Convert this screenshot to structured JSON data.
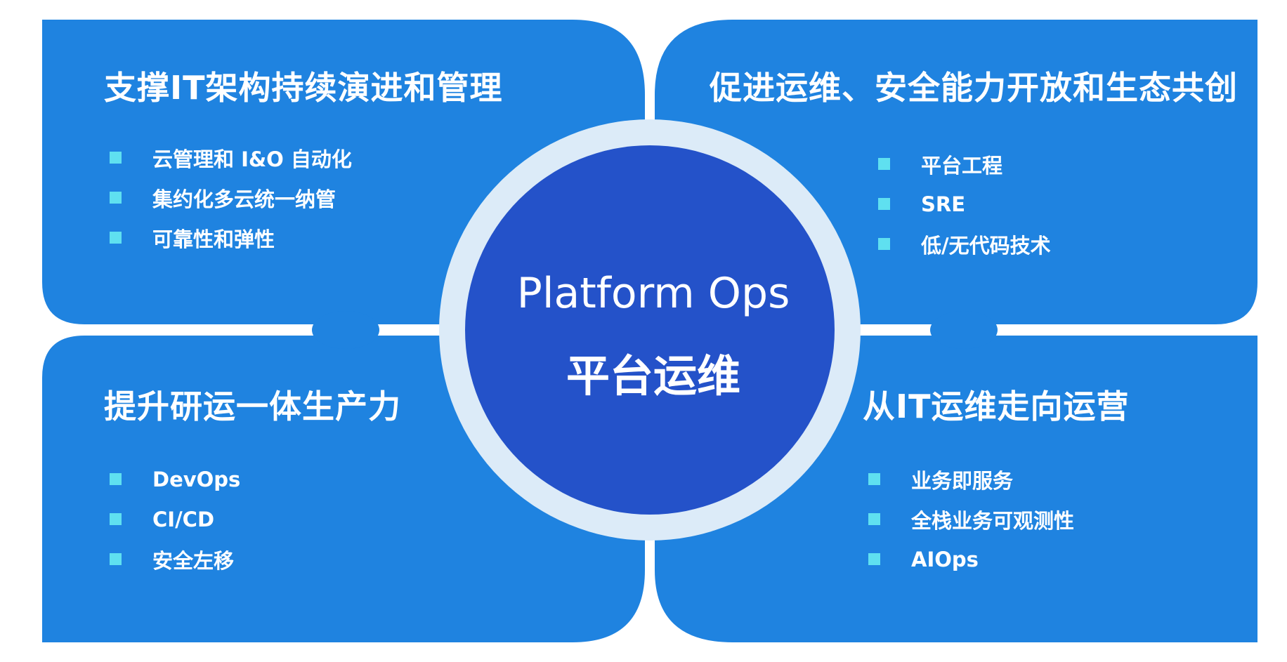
{
  "colors": {
    "quadrant_blue": "#1f83e0",
    "center_blue": "#2452c9",
    "ring": "#dcebf8",
    "bullet": "#5fe0f0"
  },
  "center": {
    "title_en": "Platform Ops",
    "title_zh": "平台运维"
  },
  "quadrants": {
    "top_left": {
      "title": "支撑IT架构持续演进和管理",
      "items": [
        "云管理和 I&O 自动化",
        "集约化多云统一纳管",
        "可靠性和弹性"
      ]
    },
    "top_right": {
      "title": "促进运维、安全能力开放和生态共创",
      "items": [
        "平台工程",
        "SRE",
        "低/无代码技术"
      ]
    },
    "bottom_left": {
      "title": "提升研运一体生产力",
      "items": [
        "DevOps",
        "CI/CD",
        "安全左移"
      ]
    },
    "bottom_right": {
      "title": "从IT运维走向运营",
      "items": [
        "业务即服务",
        "全栈业务可观测性",
        "AIOps"
      ]
    }
  }
}
